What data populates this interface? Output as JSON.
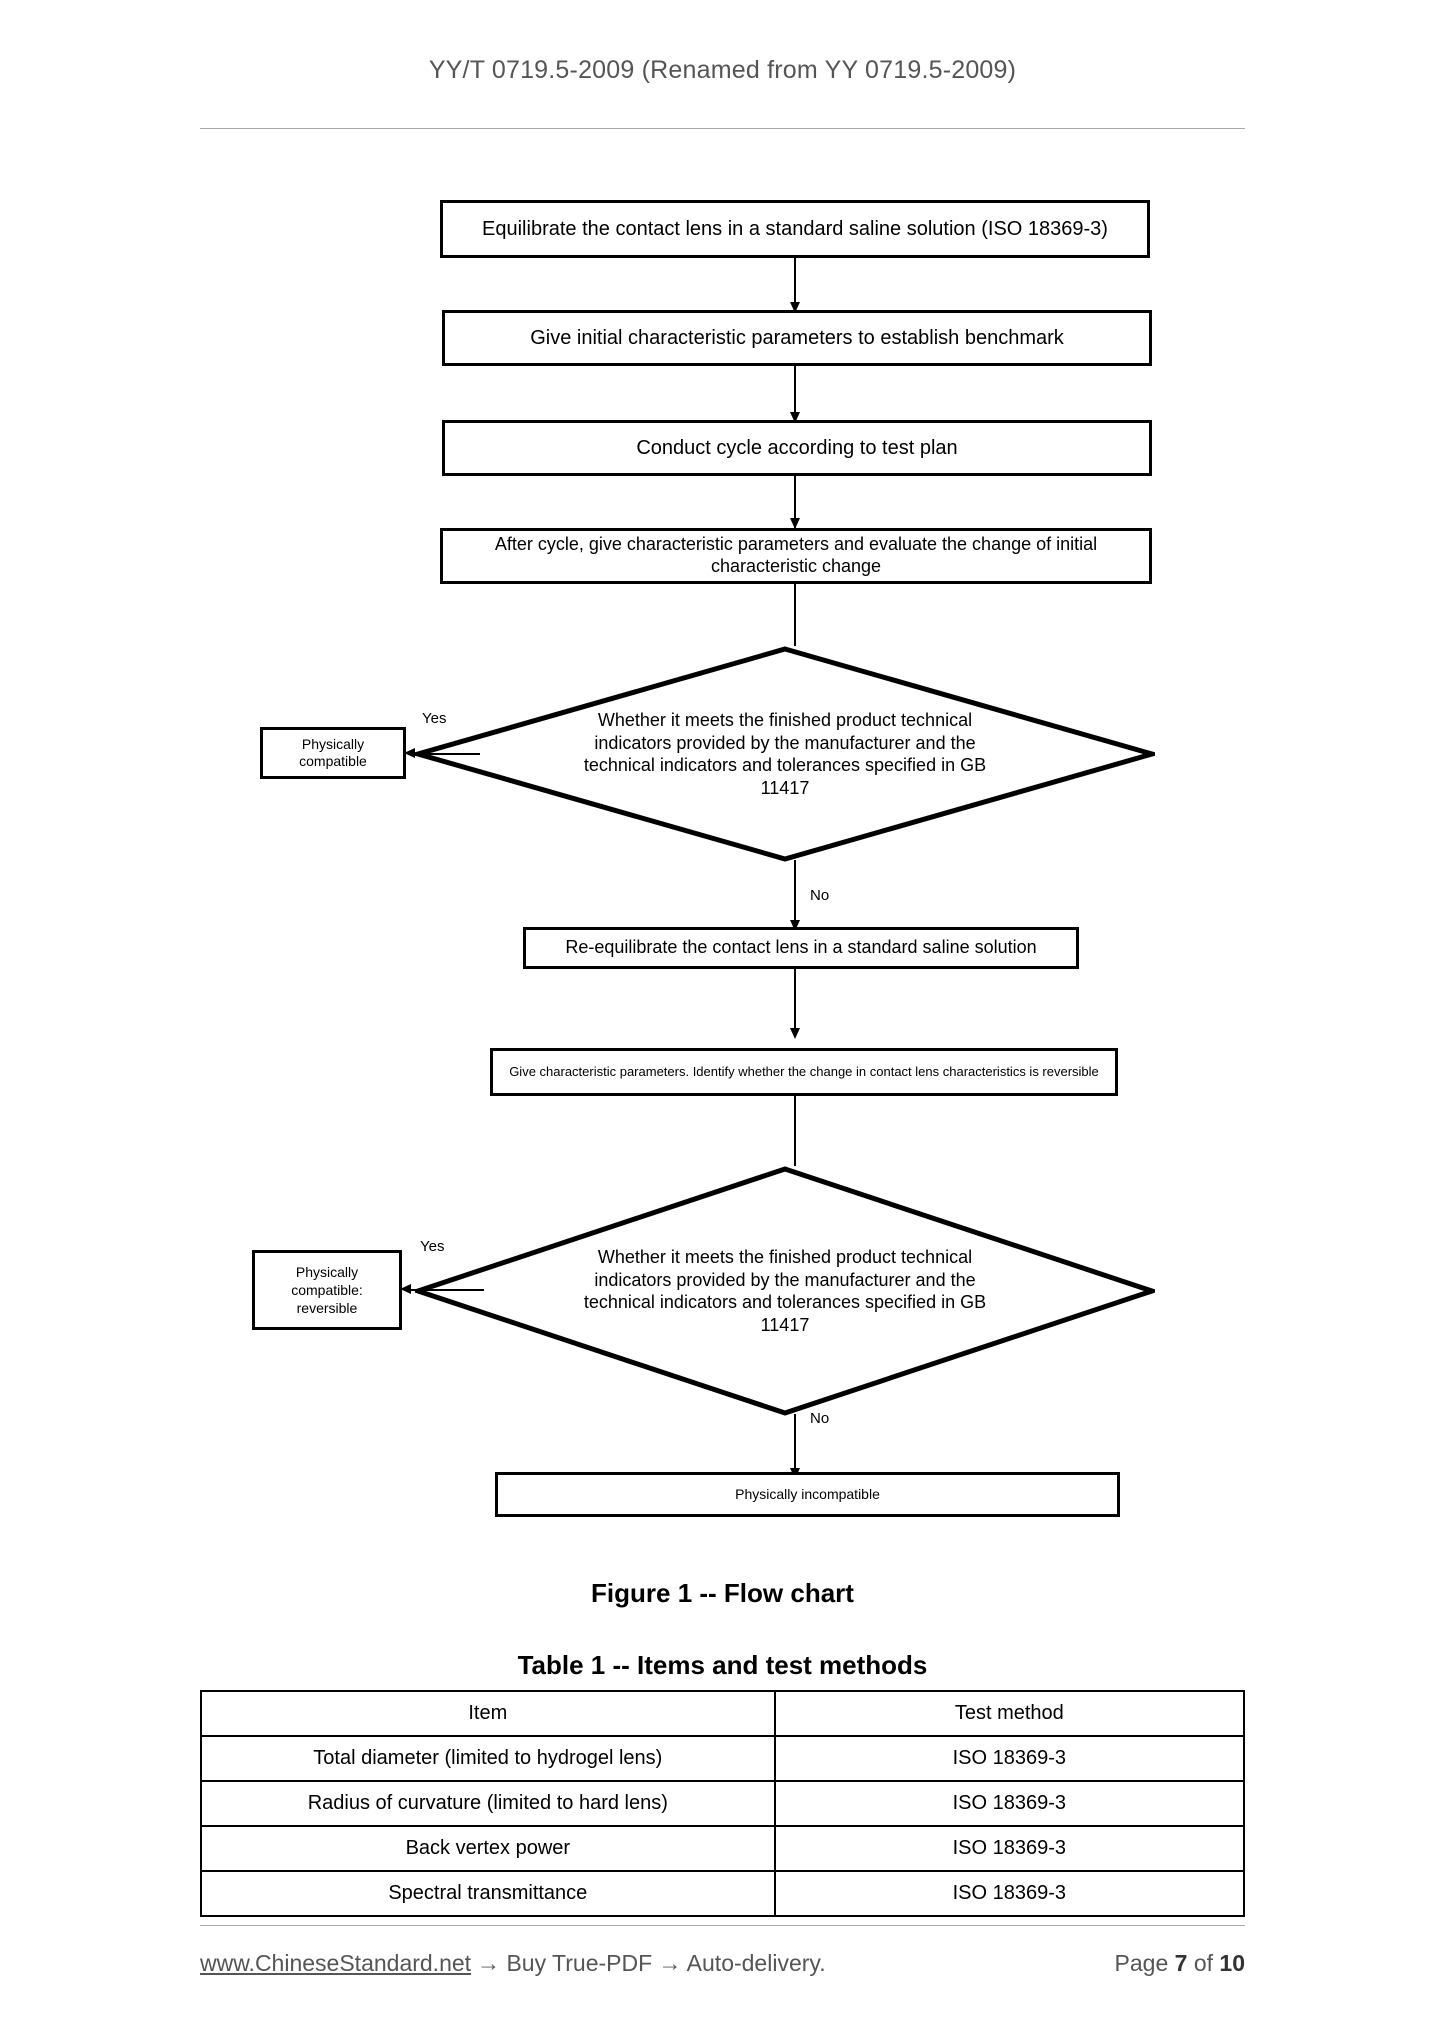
{
  "header": {
    "title": "YY/T 0719.5-2009 (Renamed from YY 0719.5-2009)"
  },
  "flowchart": {
    "nodes": {
      "step1": "Equilibrate the contact lens in a standard saline solution (ISO 18369-3)",
      "step2": "Give initial characteristic parameters to establish benchmark",
      "step3": "Conduct cycle according to test plan",
      "step4": "After cycle, give characteristic parameters and evaluate the change of initial characteristic change",
      "decision1": "Whether it meets the finished product technical indicators provided by the manufacturer and the technical indicators and tolerances specified in GB 11417",
      "result1": "Physically compatible",
      "step5": "Re-equilibrate the contact lens in a standard saline solution",
      "step6": "Give characteristic parameters. Identify whether the change in contact lens characteristics is reversible",
      "decision2": "Whether it meets the finished product technical indicators provided by the manufacturer and the technical indicators and tolerances specified in GB 11417",
      "result2": "Physically compatible: reversible",
      "result3": "Physically incompatible"
    },
    "edges": {
      "yes1": "Yes",
      "no1": "No",
      "yes2": "Yes",
      "no2": "No"
    }
  },
  "figure_caption": "Figure 1 -- Flow chart",
  "table_caption": "Table 1 -- Items and test methods",
  "table": {
    "columns": [
      "Item",
      "Test method"
    ],
    "rows": [
      [
        "Total diameter (limited to hydrogel lens)",
        "ISO 18369-3"
      ],
      [
        "Radius of curvature (limited to hard lens)",
        "ISO 18369-3"
      ],
      [
        "Back vertex power",
        "ISO 18369-3"
      ],
      [
        "Spectral transmittance",
        "ISO 18369-3"
      ]
    ]
  },
  "footer": {
    "site": "www.ChineseStandard.net",
    "promo": "→ Buy True-PDF → Auto-delivery.",
    "page_label": "Page",
    "page_number": "7",
    "of_label": "of",
    "total_pages": "10"
  }
}
